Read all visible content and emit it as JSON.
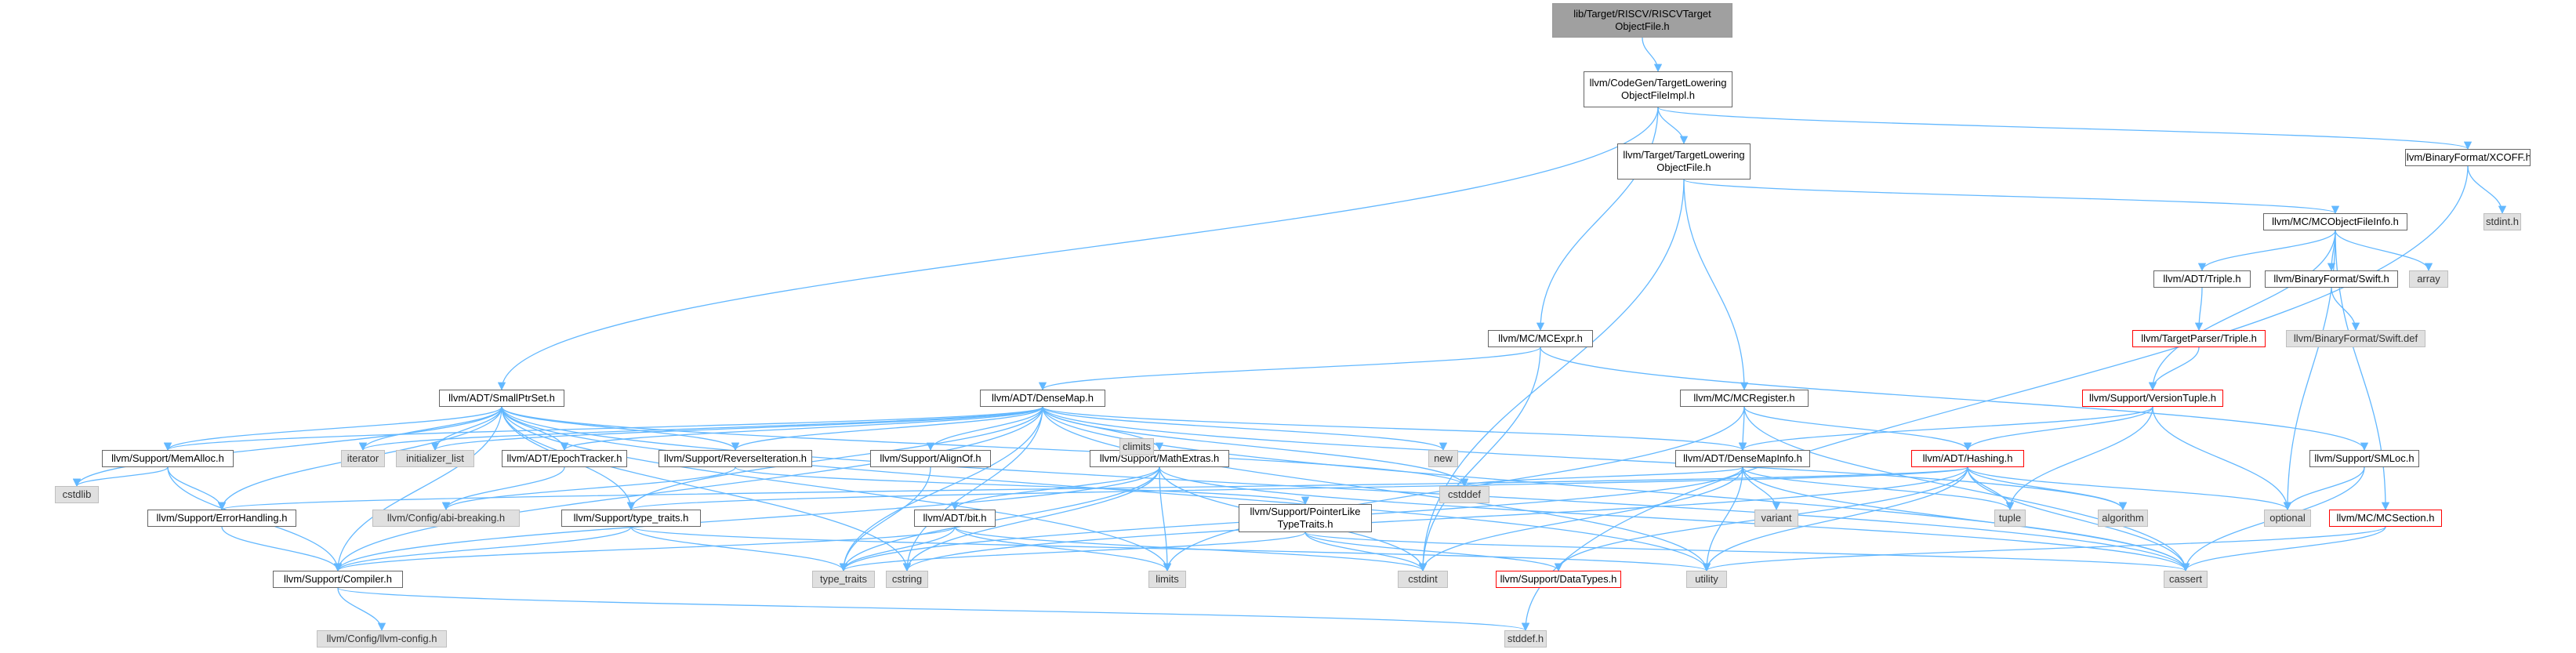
{
  "colors": {
    "edge": "#63b8ff",
    "root_fill": "#a0a0a0",
    "system_fill": "#e0e0e0",
    "truncated_border": "#ff0000",
    "node_border": "#666666"
  },
  "nodes": [
    {
      "id": "root",
      "label": "lib/Target/RISCV/RISCVTarget\nObjectFile.h",
      "kind": "root"
    },
    {
      "id": "tlofi",
      "label": "llvm/CodeGen/TargetLowering\nObjectFileImpl.h",
      "kind": "file"
    },
    {
      "id": "tlof",
      "label": "llvm/Target/TargetLowering\nObjectFile.h",
      "kind": "file"
    },
    {
      "id": "xcoff",
      "label": "llvm/BinaryFormat/XCOFF.h",
      "kind": "file"
    },
    {
      "id": "stdinth",
      "label": "stdint.h",
      "kind": "system"
    },
    {
      "id": "mcofi",
      "label": "llvm/MC/MCObjectFileInfo.h",
      "kind": "file"
    },
    {
      "id": "adttriple",
      "label": "llvm/ADT/Triple.h",
      "kind": "file"
    },
    {
      "id": "swift",
      "label": "llvm/BinaryFormat/Swift.h",
      "kind": "file"
    },
    {
      "id": "array",
      "label": "array",
      "kind": "system"
    },
    {
      "id": "tptriple",
      "label": "llvm/TargetParser/Triple.h",
      "kind": "truncated"
    },
    {
      "id": "swiftdef",
      "label": "llvm/BinaryFormat/Swift.def",
      "kind": "system"
    },
    {
      "id": "mcexpr",
      "label": "llvm/MC/MCExpr.h",
      "kind": "file"
    },
    {
      "id": "versiontuple",
      "label": "llvm/Support/VersionTuple.h",
      "kind": "truncated"
    },
    {
      "id": "smallptrset",
      "label": "llvm/ADT/SmallPtrSet.h",
      "kind": "file"
    },
    {
      "id": "densemap",
      "label": "llvm/ADT/DenseMap.h",
      "kind": "file"
    },
    {
      "id": "mcregister",
      "label": "llvm/MC/MCRegister.h",
      "kind": "file"
    },
    {
      "id": "hashing",
      "label": "llvm/ADT/Hashing.h",
      "kind": "truncated"
    },
    {
      "id": "smloc",
      "label": "llvm/Support/SMLoc.h",
      "kind": "file"
    },
    {
      "id": "memalloc",
      "label": "llvm/Support/MemAlloc.h",
      "kind": "file"
    },
    {
      "id": "iterator",
      "label": "iterator",
      "kind": "system"
    },
    {
      "id": "initlist",
      "label": "initializer_list",
      "kind": "system"
    },
    {
      "id": "epoch",
      "label": "llvm/ADT/EpochTracker.h",
      "kind": "file"
    },
    {
      "id": "reverseiter",
      "label": "llvm/Support/ReverseIteration.h",
      "kind": "file"
    },
    {
      "id": "alignof",
      "label": "llvm/Support/AlignOf.h",
      "kind": "file"
    },
    {
      "id": "mathextras",
      "label": "llvm/Support/MathExtras.h",
      "kind": "file"
    },
    {
      "id": "new",
      "label": "new",
      "kind": "system"
    },
    {
      "id": "densemapinfo",
      "label": "llvm/ADT/DenseMapInfo.h",
      "kind": "file"
    },
    {
      "id": "cstdlib",
      "label": "cstdlib",
      "kind": "system"
    },
    {
      "id": "errorhandling",
      "label": "llvm/Support/ErrorHandling.h",
      "kind": "file"
    },
    {
      "id": "abibreaking",
      "label": "llvm/Config/abi-breaking.h",
      "kind": "system"
    },
    {
      "id": "typetraitsh",
      "label": "llvm/Support/type_traits.h",
      "kind": "file"
    },
    {
      "id": "bit",
      "label": "llvm/ADT/bit.h",
      "kind": "file"
    },
    {
      "id": "climits",
      "label": "climits",
      "kind": "system"
    },
    {
      "id": "ptrliketraits",
      "label": "llvm/Support/PointerLike\nTypeTraits.h",
      "kind": "file"
    },
    {
      "id": "cstddef",
      "label": "cstddef",
      "kind": "system"
    },
    {
      "id": "variant",
      "label": "variant",
      "kind": "system"
    },
    {
      "id": "tuple",
      "label": "tuple",
      "kind": "system"
    },
    {
      "id": "algorithm",
      "label": "algorithm",
      "kind": "system"
    },
    {
      "id": "optional",
      "label": "optional",
      "kind": "system"
    },
    {
      "id": "mcsection",
      "label": "llvm/MC/MCSection.h",
      "kind": "truncated"
    },
    {
      "id": "compiler",
      "label": "llvm/Support/Compiler.h",
      "kind": "file"
    },
    {
      "id": "typetraits",
      "label": "type_traits",
      "kind": "system"
    },
    {
      "id": "cstring",
      "label": "cstring",
      "kind": "system"
    },
    {
      "id": "limits",
      "label": "limits",
      "kind": "system"
    },
    {
      "id": "cstdint",
      "label": "cstdint",
      "kind": "system"
    },
    {
      "id": "datatypes",
      "label": "llvm/Support/DataTypes.h",
      "kind": "truncated"
    },
    {
      "id": "utility",
      "label": "utility",
      "kind": "system"
    },
    {
      "id": "cassert",
      "label": "cassert",
      "kind": "system"
    },
    {
      "id": "llvmconfig",
      "label": "llvm/Config/llvm-config.h",
      "kind": "system"
    },
    {
      "id": "stddefh",
      "label": "stddef.h",
      "kind": "system"
    }
  ],
  "edges": [
    [
      "root",
      "tlofi"
    ],
    [
      "tlofi",
      "tlof"
    ],
    [
      "tlofi",
      "xcoff"
    ],
    [
      "tlofi",
      "mcexpr"
    ],
    [
      "tlofi",
      "smallptrset"
    ],
    [
      "xcoff",
      "stdinth"
    ],
    [
      "xcoff",
      "stddefh"
    ],
    [
      "tlof",
      "mcofi"
    ],
    [
      "tlof",
      "mcregister"
    ],
    [
      "tlof",
      "cstdint"
    ],
    [
      "mcofi",
      "adttriple"
    ],
    [
      "mcofi",
      "swift"
    ],
    [
      "mcofi",
      "array"
    ],
    [
      "mcofi",
      "versiontuple"
    ],
    [
      "mcofi",
      "mcsection"
    ],
    [
      "mcofi",
      "optional"
    ],
    [
      "adttriple",
      "tptriple"
    ],
    [
      "tptriple",
      "versiontuple"
    ],
    [
      "swift",
      "swiftdef"
    ],
    [
      "versiontuple",
      "hashing"
    ],
    [
      "versiontuple",
      "densemapinfo"
    ],
    [
      "versiontuple",
      "optional"
    ],
    [
      "versiontuple",
      "tuple"
    ],
    [
      "mcexpr",
      "densemap"
    ],
    [
      "mcexpr",
      "smloc"
    ],
    [
      "mcexpr",
      "cstdint"
    ],
    [
      "smallptrset",
      "epoch"
    ],
    [
      "smallptrset",
      "reverseiter"
    ],
    [
      "smallptrset",
      "compiler"
    ],
    [
      "smallptrset",
      "typetraitsh"
    ],
    [
      "smallptrset",
      "cassert"
    ],
    [
      "smallptrset",
      "cstddef"
    ],
    [
      "smallptrset",
      "cstdlib"
    ],
    [
      "smallptrset",
      "cstring"
    ],
    [
      "smallptrset",
      "initlist"
    ],
    [
      "smallptrset",
      "iterator"
    ],
    [
      "smallptrset",
      "limits"
    ],
    [
      "smallptrset",
      "utility"
    ],
    [
      "smallptrset",
      "memalloc"
    ],
    [
      "smallptrset",
      "errorhandling"
    ],
    [
      "densemap",
      "densemapinfo"
    ],
    [
      "densemap",
      "epoch"
    ],
    [
      "densemap",
      "alignof"
    ],
    [
      "densemap",
      "compiler"
    ],
    [
      "densemap",
      "mathextras"
    ],
    [
      "densemap",
      "memalloc"
    ],
    [
      "densemap",
      "reverseiter"
    ],
    [
      "densemap",
      "typetraitsh"
    ],
    [
      "densemap",
      "algorithm"
    ],
    [
      "densemap",
      "cassert"
    ],
    [
      "densemap",
      "cstddef"
    ],
    [
      "densemap",
      "cstring"
    ],
    [
      "densemap",
      "initlist"
    ],
    [
      "densemap",
      "iterator"
    ],
    [
      "densemap",
      "new"
    ],
    [
      "densemap",
      "typetraits"
    ],
    [
      "densemap",
      "utility"
    ],
    [
      "mcregister",
      "densemapinfo"
    ],
    [
      "mcregister",
      "hashing"
    ],
    [
      "mcregister",
      "cassert"
    ],
    [
      "mcregister",
      "limits"
    ],
    [
      "hashing",
      "errorhandling"
    ],
    [
      "hashing",
      "typetraitsh"
    ],
    [
      "hashing",
      "datatypes"
    ],
    [
      "hashing",
      "algorithm"
    ],
    [
      "hashing",
      "cassert"
    ],
    [
      "hashing",
      "cstring"
    ],
    [
      "hashing",
      "tuple"
    ],
    [
      "hashing",
      "utility"
    ],
    [
      "hashing",
      "optional"
    ],
    [
      "smloc",
      "cassert"
    ],
    [
      "smloc",
      "optional"
    ],
    [
      "mcsection",
      "cassert"
    ],
    [
      "mcsection",
      "utility"
    ],
    [
      "memalloc",
      "compiler"
    ],
    [
      "memalloc",
      "errorhandling"
    ],
    [
      "memalloc",
      "cstdlib"
    ],
    [
      "epoch",
      "abibreaking"
    ],
    [
      "reverseiter",
      "abibreaking"
    ],
    [
      "reverseiter",
      "ptrliketraits"
    ],
    [
      "alignof",
      "typetraits"
    ],
    [
      "mathextras",
      "bit"
    ],
    [
      "mathextras",
      "compiler"
    ],
    [
      "mathextras",
      "cassert"
    ],
    [
      "mathextras",
      "climits"
    ],
    [
      "mathextras",
      "cstdint"
    ],
    [
      "mathextras",
      "cstring"
    ],
    [
      "mathextras",
      "limits"
    ],
    [
      "mathextras",
      "typetraits"
    ],
    [
      "densemapinfo",
      "cassert"
    ],
    [
      "densemapinfo",
      "cstddef"
    ],
    [
      "densemapinfo",
      "cstdint"
    ],
    [
      "densemapinfo",
      "tuple"
    ],
    [
      "densemapinfo",
      "typetraits"
    ],
    [
      "densemapinfo",
      "utility"
    ],
    [
      "densemapinfo",
      "variant"
    ],
    [
      "errorhandling",
      "compiler"
    ],
    [
      "typetraitsh",
      "compiler"
    ],
    [
      "typetraitsh",
      "typetraits"
    ],
    [
      "typetraitsh",
      "utility"
    ],
    [
      "bit",
      "compiler"
    ],
    [
      "bit",
      "cstdint"
    ],
    [
      "bit",
      "limits"
    ],
    [
      "bit",
      "typetraits"
    ],
    [
      "ptrliketraits",
      "datatypes"
    ],
    [
      "ptrliketraits",
      "cassert"
    ],
    [
      "ptrliketraits",
      "cstdint"
    ],
    [
      "ptrliketraits",
      "typetraits"
    ],
    [
      "compiler",
      "llvmconfig"
    ],
    [
      "compiler",
      "stddefh"
    ]
  ]
}
